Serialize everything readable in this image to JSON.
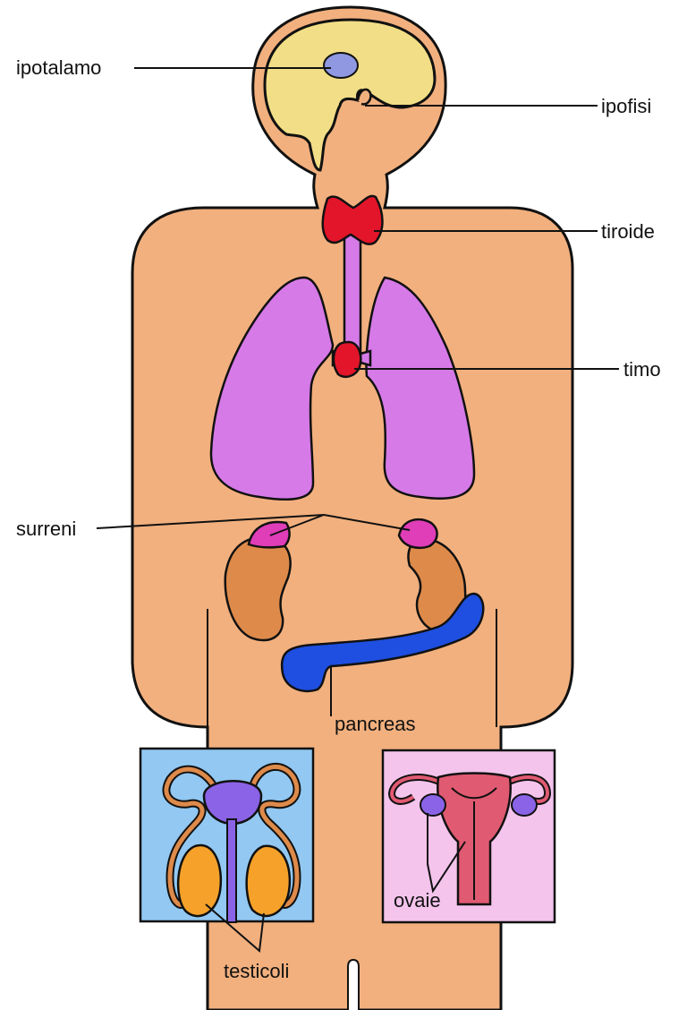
{
  "labels": {
    "hypothalamus": "ipotalamo",
    "pituitary": "ipofisi",
    "thyroid": "tiroide",
    "thymus": "timo",
    "adrenals": "surreni",
    "pancreas": "pancreas",
    "ovaries": "ovaie",
    "testicles": "testicoli"
  },
  "colors": {
    "skin": "#F2B07E",
    "brain": "#F2DE86",
    "hypothalamus": "#8F98E0",
    "thyroid": "#E2152A",
    "lungs": "#D67AE8",
    "kidney": "#DE8A4A",
    "adrenal": "#E03DB8",
    "pancreas": "#1E4FE0",
    "male_box": "#92C8F2",
    "female_box": "#F4C4EC",
    "testis": "#F5A12A",
    "uterus": "#E05A72",
    "gland_purple": "#8A63E6"
  }
}
